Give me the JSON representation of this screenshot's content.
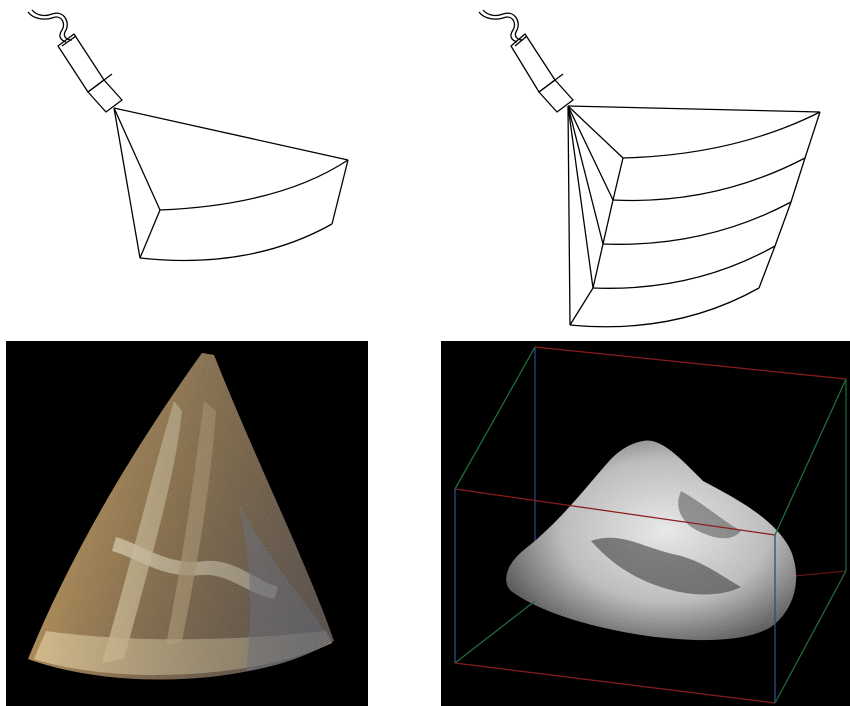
{
  "figure": {
    "panels": [
      {
        "id": "single-sector-scan-diagram",
        "kind": "line-drawing"
      },
      {
        "id": "multi-slice-scan-diagram",
        "kind": "line-drawing",
        "slice_count": 4
      },
      {
        "id": "volume-render-color",
        "kind": "rendered-image",
        "palette": [
          "#000000",
          "#b08a4f",
          "#e9d3a1",
          "#7c5a2e"
        ]
      },
      {
        "id": "volume-render-grayscale-bounding-box",
        "kind": "rendered-image",
        "palette": [
          "#000000",
          "#d8d8d8",
          "#5a5a5a"
        ],
        "box_edge_colors": {
          "top": "#8a1c1c",
          "side": "#2e4a8c",
          "depth": "#1f6b3a"
        }
      }
    ]
  }
}
